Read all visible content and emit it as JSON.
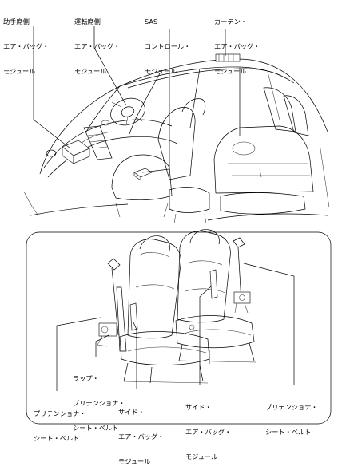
{
  "labels": {
    "passenger_airbag": [
      "助手席側",
      "エア・バッグ・",
      "モジュール"
    ],
    "driver_airbag": [
      "運転席側",
      "エア・バッグ・",
      "モジュール"
    ],
    "sas_module": [
      "SAS",
      "コントロール・",
      "モジュール"
    ],
    "curtain_airbag": [
      "カーテン・",
      "エア・バッグ・",
      "モジュール"
    ],
    "lap_pretensioner": [
      "ラップ・",
      "プリテンショナ・",
      "シート・ベルト"
    ],
    "pretensioner_left": [
      "プリテンショナ・",
      "シート・ベルト"
    ],
    "side_airbag_left": [
      "サイド・",
      "エア・バッグ・",
      "モジュール"
    ],
    "side_airbag_right": [
      "サイド・",
      "エア・バッグ・",
      "モジュール"
    ],
    "pretensioner_right": [
      "プリテンショナ・",
      "シート・ベルト"
    ]
  }
}
